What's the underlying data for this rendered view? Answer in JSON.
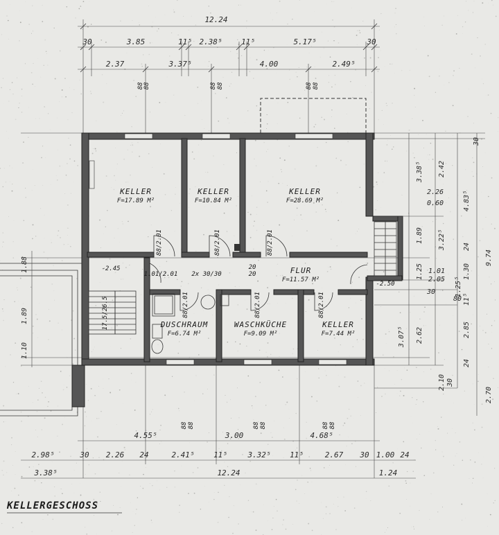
{
  "title": "KELLERGESCHOSS",
  "rooms": [
    {
      "name": "KELLER",
      "area": "F=17.89 M²"
    },
    {
      "name": "KELLER",
      "area": "F=10.84 M²"
    },
    {
      "name": "KELLER",
      "area": "F=28.69 M²"
    },
    {
      "name": "FLUR",
      "area": "F=11.57 M²"
    },
    {
      "name": "DUSCHRAUM",
      "area": "F=6.74 M²"
    },
    {
      "name": "WASCHKÜCHE",
      "area": "F=9.09 M²"
    },
    {
      "name": "KELLER",
      "area": "F=7.44 M²"
    }
  ],
  "levels": {
    "stair": "-2.45",
    "flur_right": "-2.50"
  },
  "top_dims": {
    "overall": "12.24",
    "row2": [
      "30",
      "3.85",
      "11⁵",
      "2.38⁵",
      "11⁵",
      "5.17⁵",
      "30"
    ],
    "row3": [
      "2.37",
      "3.37⁵",
      "4.00",
      "2.49⁵"
    ]
  },
  "bottom_dims": {
    "row1": [
      "4.55⁵",
      "3.00",
      "4.68⁵"
    ],
    "row2": [
      "2.98⁵",
      "30",
      "2.26",
      "24",
      "2.41⁵",
      "11⁵",
      "3.32⁵",
      "11⁵",
      "2.67",
      "30",
      "1.00",
      "24"
    ],
    "row3": [
      "3.38⁵",
      "12.24",
      "1.24"
    ]
  },
  "right_dims": {
    "col1": [
      "3.38⁵",
      "2.26",
      "0.60",
      "1.89",
      "1.25",
      "2.62"
    ],
    "col2": [
      "2.42",
      "3.22⁵",
      "1.01",
      "2.05",
      "3.07⁵"
    ],
    "col3": [
      "4.83⁵",
      "24",
      "1.30",
      "11⁵",
      "2.85",
      "24"
    ],
    "col4": [
      "9.74",
      "2.70"
    ],
    "small": [
      "30",
      "80",
      "1.25⁵",
      "30",
      "2.10",
      "30"
    ]
  },
  "left_dims": [
    "1.88",
    "1.89",
    "1.10"
  ],
  "door_labels": [
    "88/2.01",
    "88/2.01",
    "88/2.01",
    "1.01/2.01",
    "88/2.01",
    "88/2.01",
    "88/2.01"
  ],
  "window_labels": [
    "88",
    "88",
    "88",
    "88",
    "88",
    "88"
  ],
  "misc": {
    "passage": "2x 30/30",
    "riser": "20",
    "riser2": "20",
    "stair": "17.5/26.5"
  }
}
